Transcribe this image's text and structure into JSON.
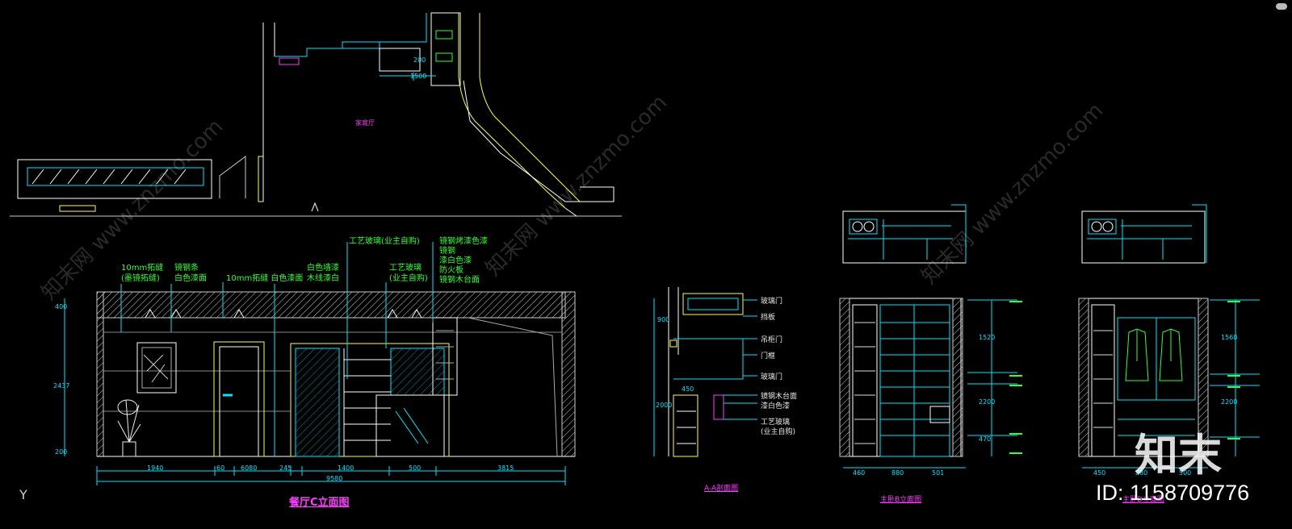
{
  "watermark": {
    "site": "www.znzmo.com",
    "brand": "知末网"
  },
  "badge": {
    "id_text": "ID: 1158709776",
    "logo": "知末"
  },
  "ucs": {
    "axis_label": "Y"
  },
  "plan": {
    "room_label": "家庭厅",
    "dims": [
      "200",
      "1500"
    ]
  },
  "elev_c": {
    "title": "餐厅C立面图",
    "notes": [
      "10mm拓缝",
      "(墨镜拓缝)",
      "镜钢条",
      "白色漆面",
      "10mm拓缝 白色漆面",
      "白色墙漆",
      "木线漆白",
      "工艺玻璃(业主自购)",
      "工艺玻璃",
      "(业主自购)",
      "镜钢烤漆色漆",
      "镜钢",
      "漆白色漆",
      "防火板",
      "镜钢木台面"
    ],
    "v_dims": [
      "400",
      "2437",
      "200"
    ],
    "h_dims": [
      "1940",
      "60",
      "6080",
      "245",
      "1400",
      "500",
      "3815"
    ],
    "total": "9580"
  },
  "section_a": {
    "title": "A-A剖面图",
    "notes": [
      "玻璃门",
      "挡板",
      "吊柜门",
      "门框",
      "玻璃门",
      "镜钢木台面",
      "漆白色漆",
      "工艺玻璃",
      "(业主自购)"
    ],
    "dims": [
      "900",
      "450",
      "2000"
    ]
  },
  "elev_b": {
    "title": "主卧B立面图",
    "dims": [
      "460",
      "880",
      "501"
    ],
    "v_dims": [
      "1520",
      "2200",
      "470"
    ]
  },
  "elev_d": {
    "title": "主卧D立面图",
    "dims": [
      "450",
      "880",
      "500"
    ],
    "v_dims": [
      "1560",
      "2200"
    ]
  }
}
